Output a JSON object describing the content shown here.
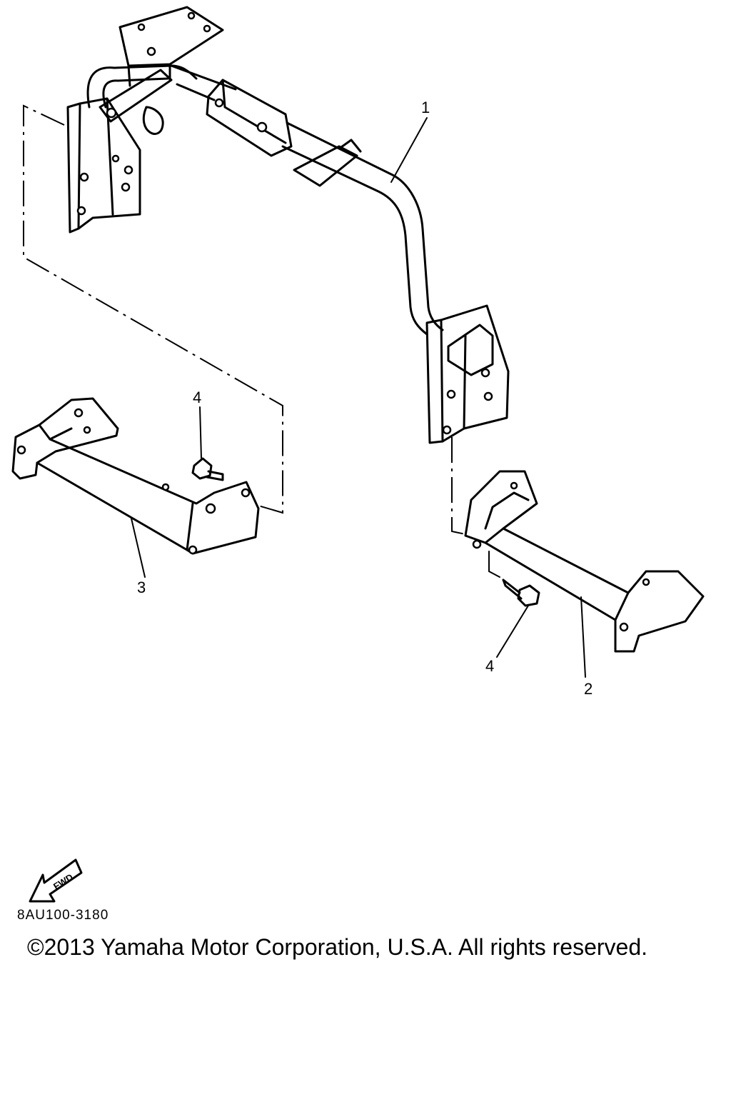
{
  "callouts": {
    "part1": "1",
    "part2": "2",
    "part3": "3",
    "part4_left": "4",
    "part4_right": "4"
  },
  "fwd_label": "FWD",
  "diagram_code": "8AU100-3180",
  "copyright": "©2013 Yamaha Motor Corporation, U.S.A. All rights reserved."
}
